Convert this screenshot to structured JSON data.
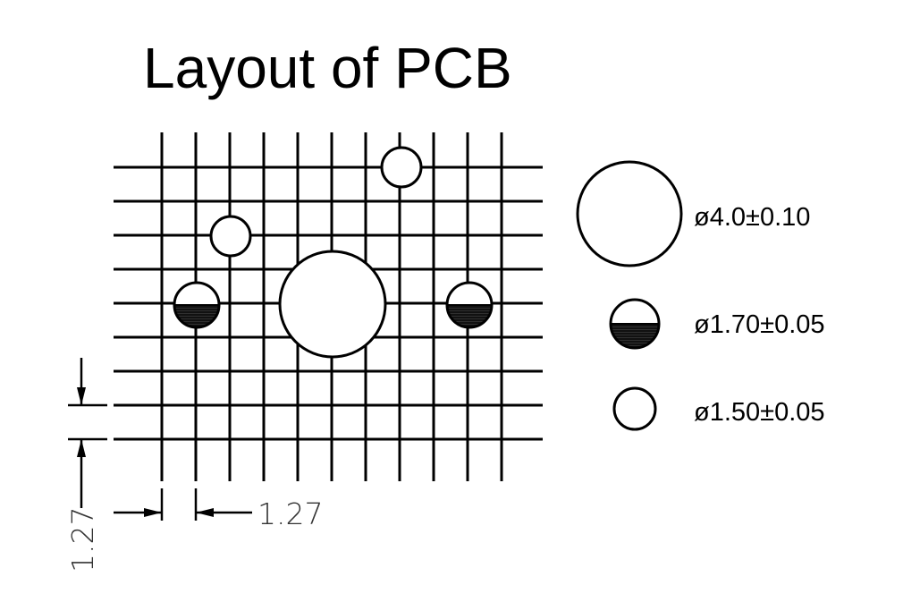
{
  "title": "Layout of PCB",
  "legend": [
    {
      "id": "large",
      "label": "ø4.0±0.10"
    },
    {
      "id": "half",
      "label": "ø1.70±0.05"
    },
    {
      "id": "small",
      "label": "ø1.50±0.05"
    }
  ],
  "dimensions": {
    "horizontal_pitch": "1.27",
    "vertical_pitch": "1.27"
  },
  "colors": {
    "ink": "#000000",
    "background": "#ffffff"
  }
}
